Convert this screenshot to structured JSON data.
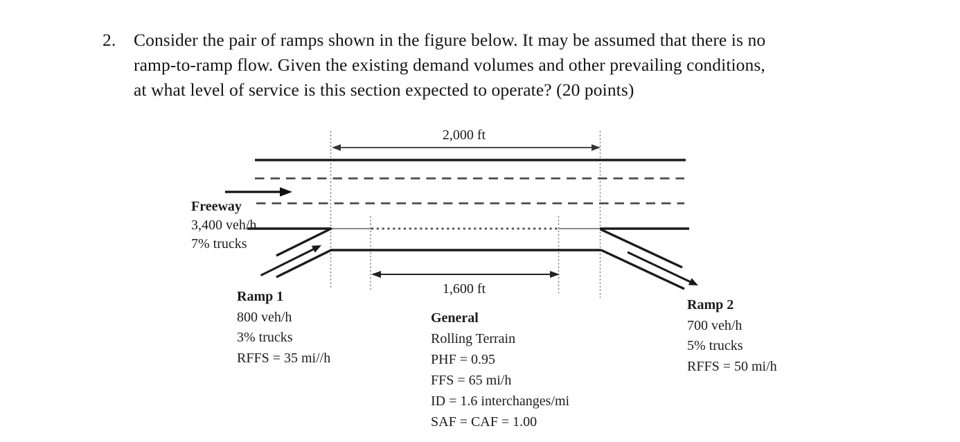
{
  "problem": {
    "number": "2.",
    "lines": [
      "Consider the pair of ramps shown in the figure below. It may be assumed that there is no",
      "ramp-to-ramp flow. Given the existing demand volumes and other prevailing conditions,",
      "at what level of service is this section expected to operate? (20 points)"
    ]
  },
  "diagram": {
    "dim_top": "2,000 ft",
    "dim_middle": "1,600 ft",
    "freeway": {
      "label": "Freeway",
      "volume": "3,400 veh/h",
      "trucks": "7% trucks"
    },
    "ramp1": {
      "label": "Ramp 1",
      "volume": "800 veh/h",
      "trucks": "3% trucks",
      "rffs": "RFFS = 35 mi//h"
    },
    "general": {
      "label": "General",
      "lines": [
        "Rolling Terrain",
        "PHF = 0.95",
        "FFS = 65 mi/h",
        "ID = 1.6 interchanges/mi",
        "SAF = CAF = 1.00"
      ]
    },
    "ramp2": {
      "label": "Ramp 2",
      "volume": "700 veh/h",
      "trucks": "5% trucks",
      "rffs": "RFFS = 50 mi/h"
    }
  },
  "colors": {
    "ink": "#1b1b1b",
    "lane_dash": "#4d4d4d",
    "edge_gray": "#8a8a8a",
    "reference_dotted": "#7a7a7a",
    "dim_line": "#333333"
  }
}
